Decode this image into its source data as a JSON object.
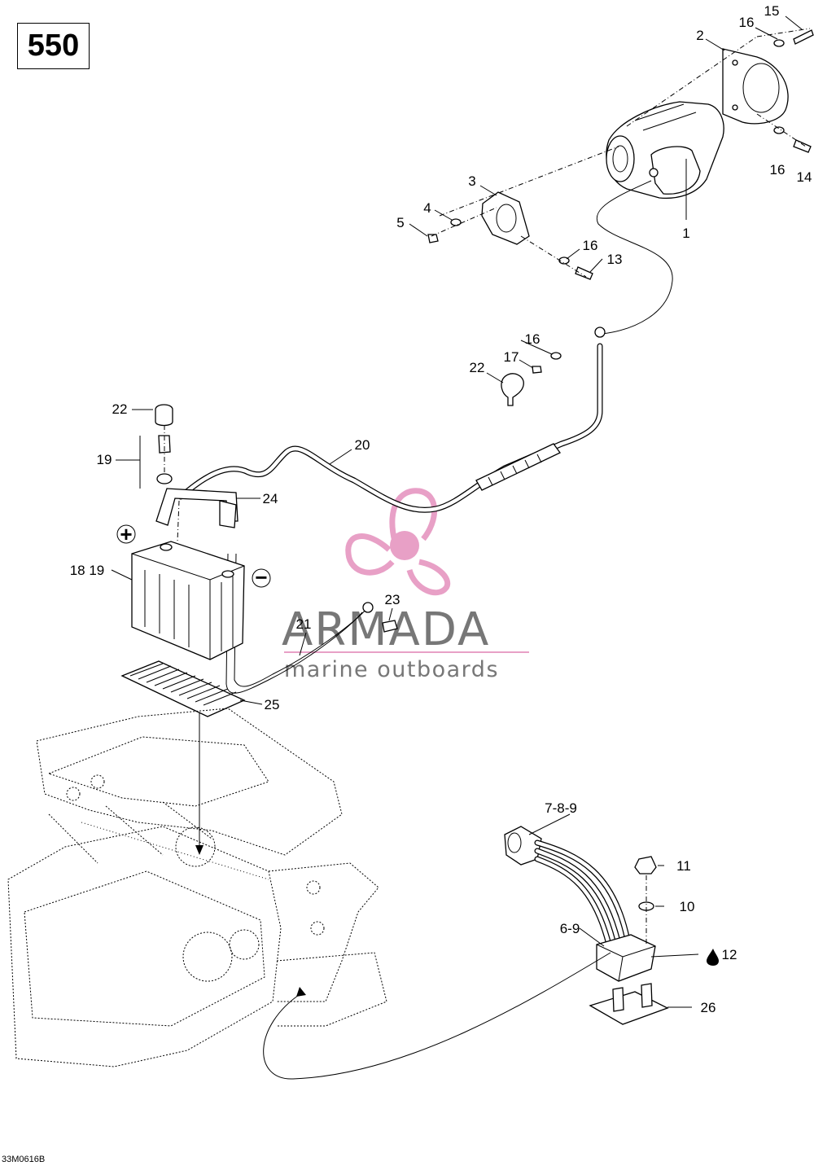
{
  "model_number": "550",
  "image_ref": "33M0616B",
  "watermark": {
    "brand": "ARMADA",
    "tagline": "marine outboards",
    "colors": {
      "propeller": "#e79bc4",
      "text": "#707070"
    }
  },
  "symbols": {
    "battery_positive": "+",
    "battery_negative": "−",
    "drop_icon": "oil-drop-icon"
  },
  "callouts": {
    "c1": "1",
    "c2": "2",
    "c3": "3",
    "c4": "4",
    "c5": "5",
    "c6_9": "6-9",
    "c7_8_9": "7-8-9",
    "c10": "10",
    "c11": "11",
    "c12": "12",
    "c13": "13",
    "c14": "14",
    "c15": "15",
    "c16a": "16",
    "c16b": "16",
    "c16c": "16",
    "c16d": "16",
    "c17": "17",
    "c18_19": "18 19",
    "c19": "19",
    "c20": "20",
    "c21": "21",
    "c22a": "22",
    "c22b": "22",
    "c23": "23",
    "c24": "24",
    "c25": "25",
    "c26": "26"
  }
}
